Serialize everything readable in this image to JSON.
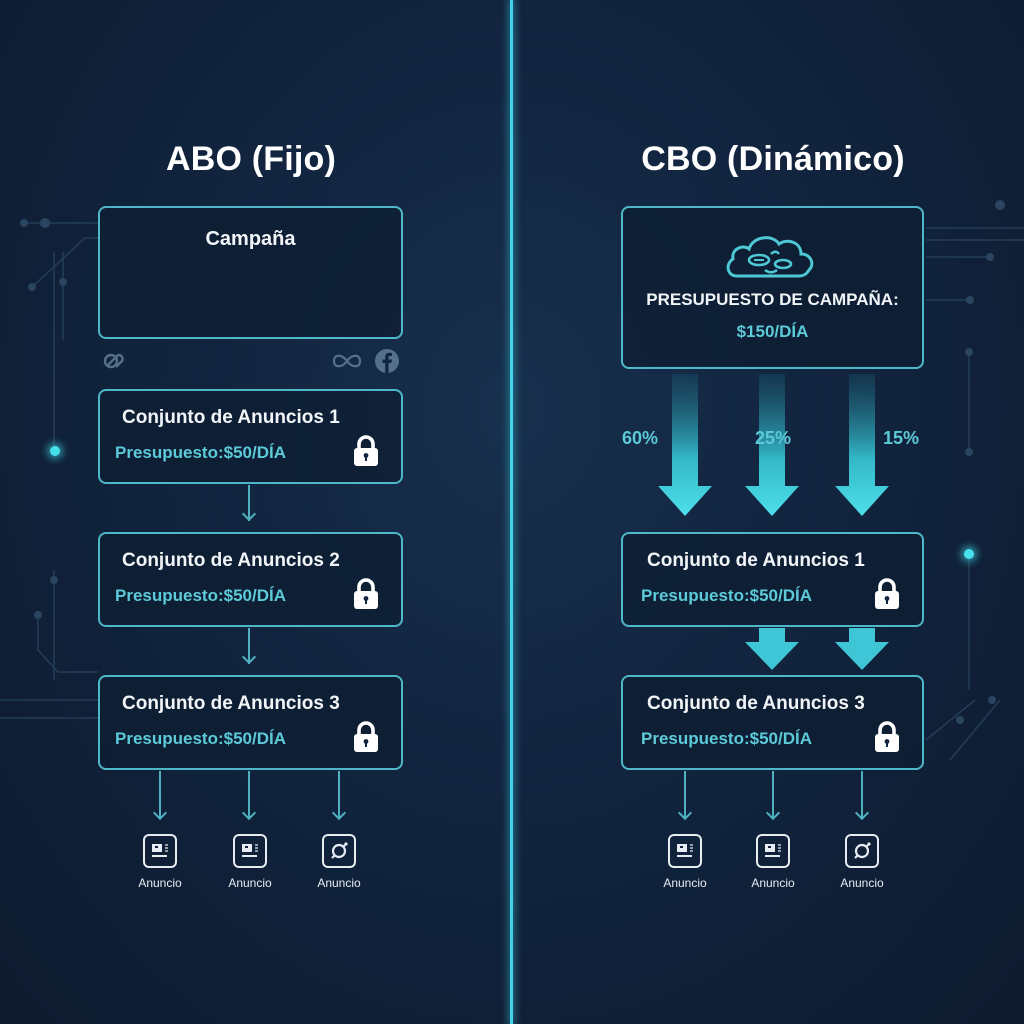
{
  "left": {
    "title": "ABO (Fijo)",
    "campaign": {
      "label": "Campaña"
    },
    "campaign_footer_icons": [
      "link-icon",
      "infinity-icon",
      "facebook-icon"
    ],
    "adsets": [
      {
        "title": "Conjunto de Anuncios 1",
        "budget": "Presupuesto:$50/DÍA",
        "icon": "lock-icon"
      },
      {
        "title": "Conjunto de Anuncios 2",
        "budget": "Presupuesto:$50/DÍA",
        "icon": "lock-icon"
      },
      {
        "title": "Conjunto de Anuncios 3",
        "budget": "Presupuesto:$50/DÍA",
        "icon": "lock-icon"
      }
    ],
    "ads": [
      {
        "label": "Anuncio",
        "icon": "ad-card-icon"
      },
      {
        "label": "Anuncio",
        "icon": "ad-card-icon"
      },
      {
        "label": "Anuncio",
        "icon": "orbit-icon"
      }
    ]
  },
  "right": {
    "title": "CBO (Dinámico)",
    "campaign": {
      "icon": "cloud-coins-icon",
      "label": "PRESUPUESTO DE CAMPAÑA:",
      "budget": "$150/DÍA"
    },
    "distribution": [
      {
        "percent": "60%"
      },
      {
        "percent": "25%"
      },
      {
        "percent": "15%"
      }
    ],
    "adsets": [
      {
        "title": "Conjunto de Anuncios 1",
        "budget": "Presupuesto:$50/DÍA",
        "icon": "lock-icon"
      },
      {
        "title": "Conjunto de Anuncios 3",
        "budget": "Presupuesto:$50/DÍA",
        "icon": "lock-icon"
      }
    ],
    "ads": [
      {
        "label": "Anuncio",
        "icon": "ad-card-icon"
      },
      {
        "label": "Anuncio",
        "icon": "ad-card-icon"
      },
      {
        "label": "Anuncio",
        "icon": "orbit-icon"
      }
    ]
  },
  "colors": {
    "accent": "#43d3e8",
    "box_border": "#4fb8c8",
    "budget_text": "#5ccad8",
    "background": "#122540"
  }
}
